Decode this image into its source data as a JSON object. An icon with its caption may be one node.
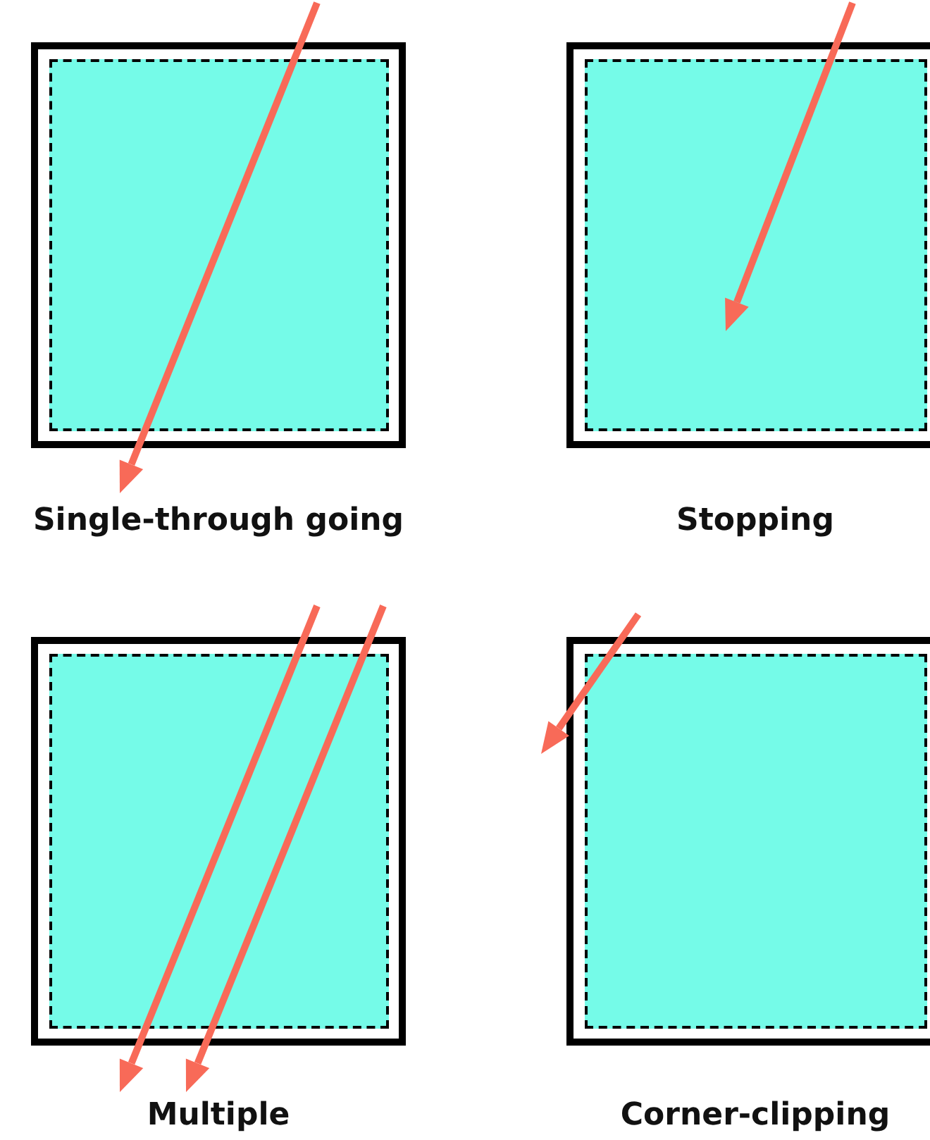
{
  "diagram": {
    "nodes": [
      {
        "text": [
          "Single-through going"
        ]
      },
      {
        "text": [],
        "shape": "box",
        "in": 0
      },
      {
        "text": [
          "Stopping"
        ]
      },
      {
        "text": [],
        "shape": "box",
        "in": 2
      },
      {
        "text": [
          "Multiple"
        ]
      },
      {
        "text": [],
        "shape": "box",
        "in": 4
      },
      {
        "text": [
          "Corner-clipping"
        ]
      },
      {
        "text": [],
        "shape": "box",
        "in": 6
      }
    ]
  }
}
